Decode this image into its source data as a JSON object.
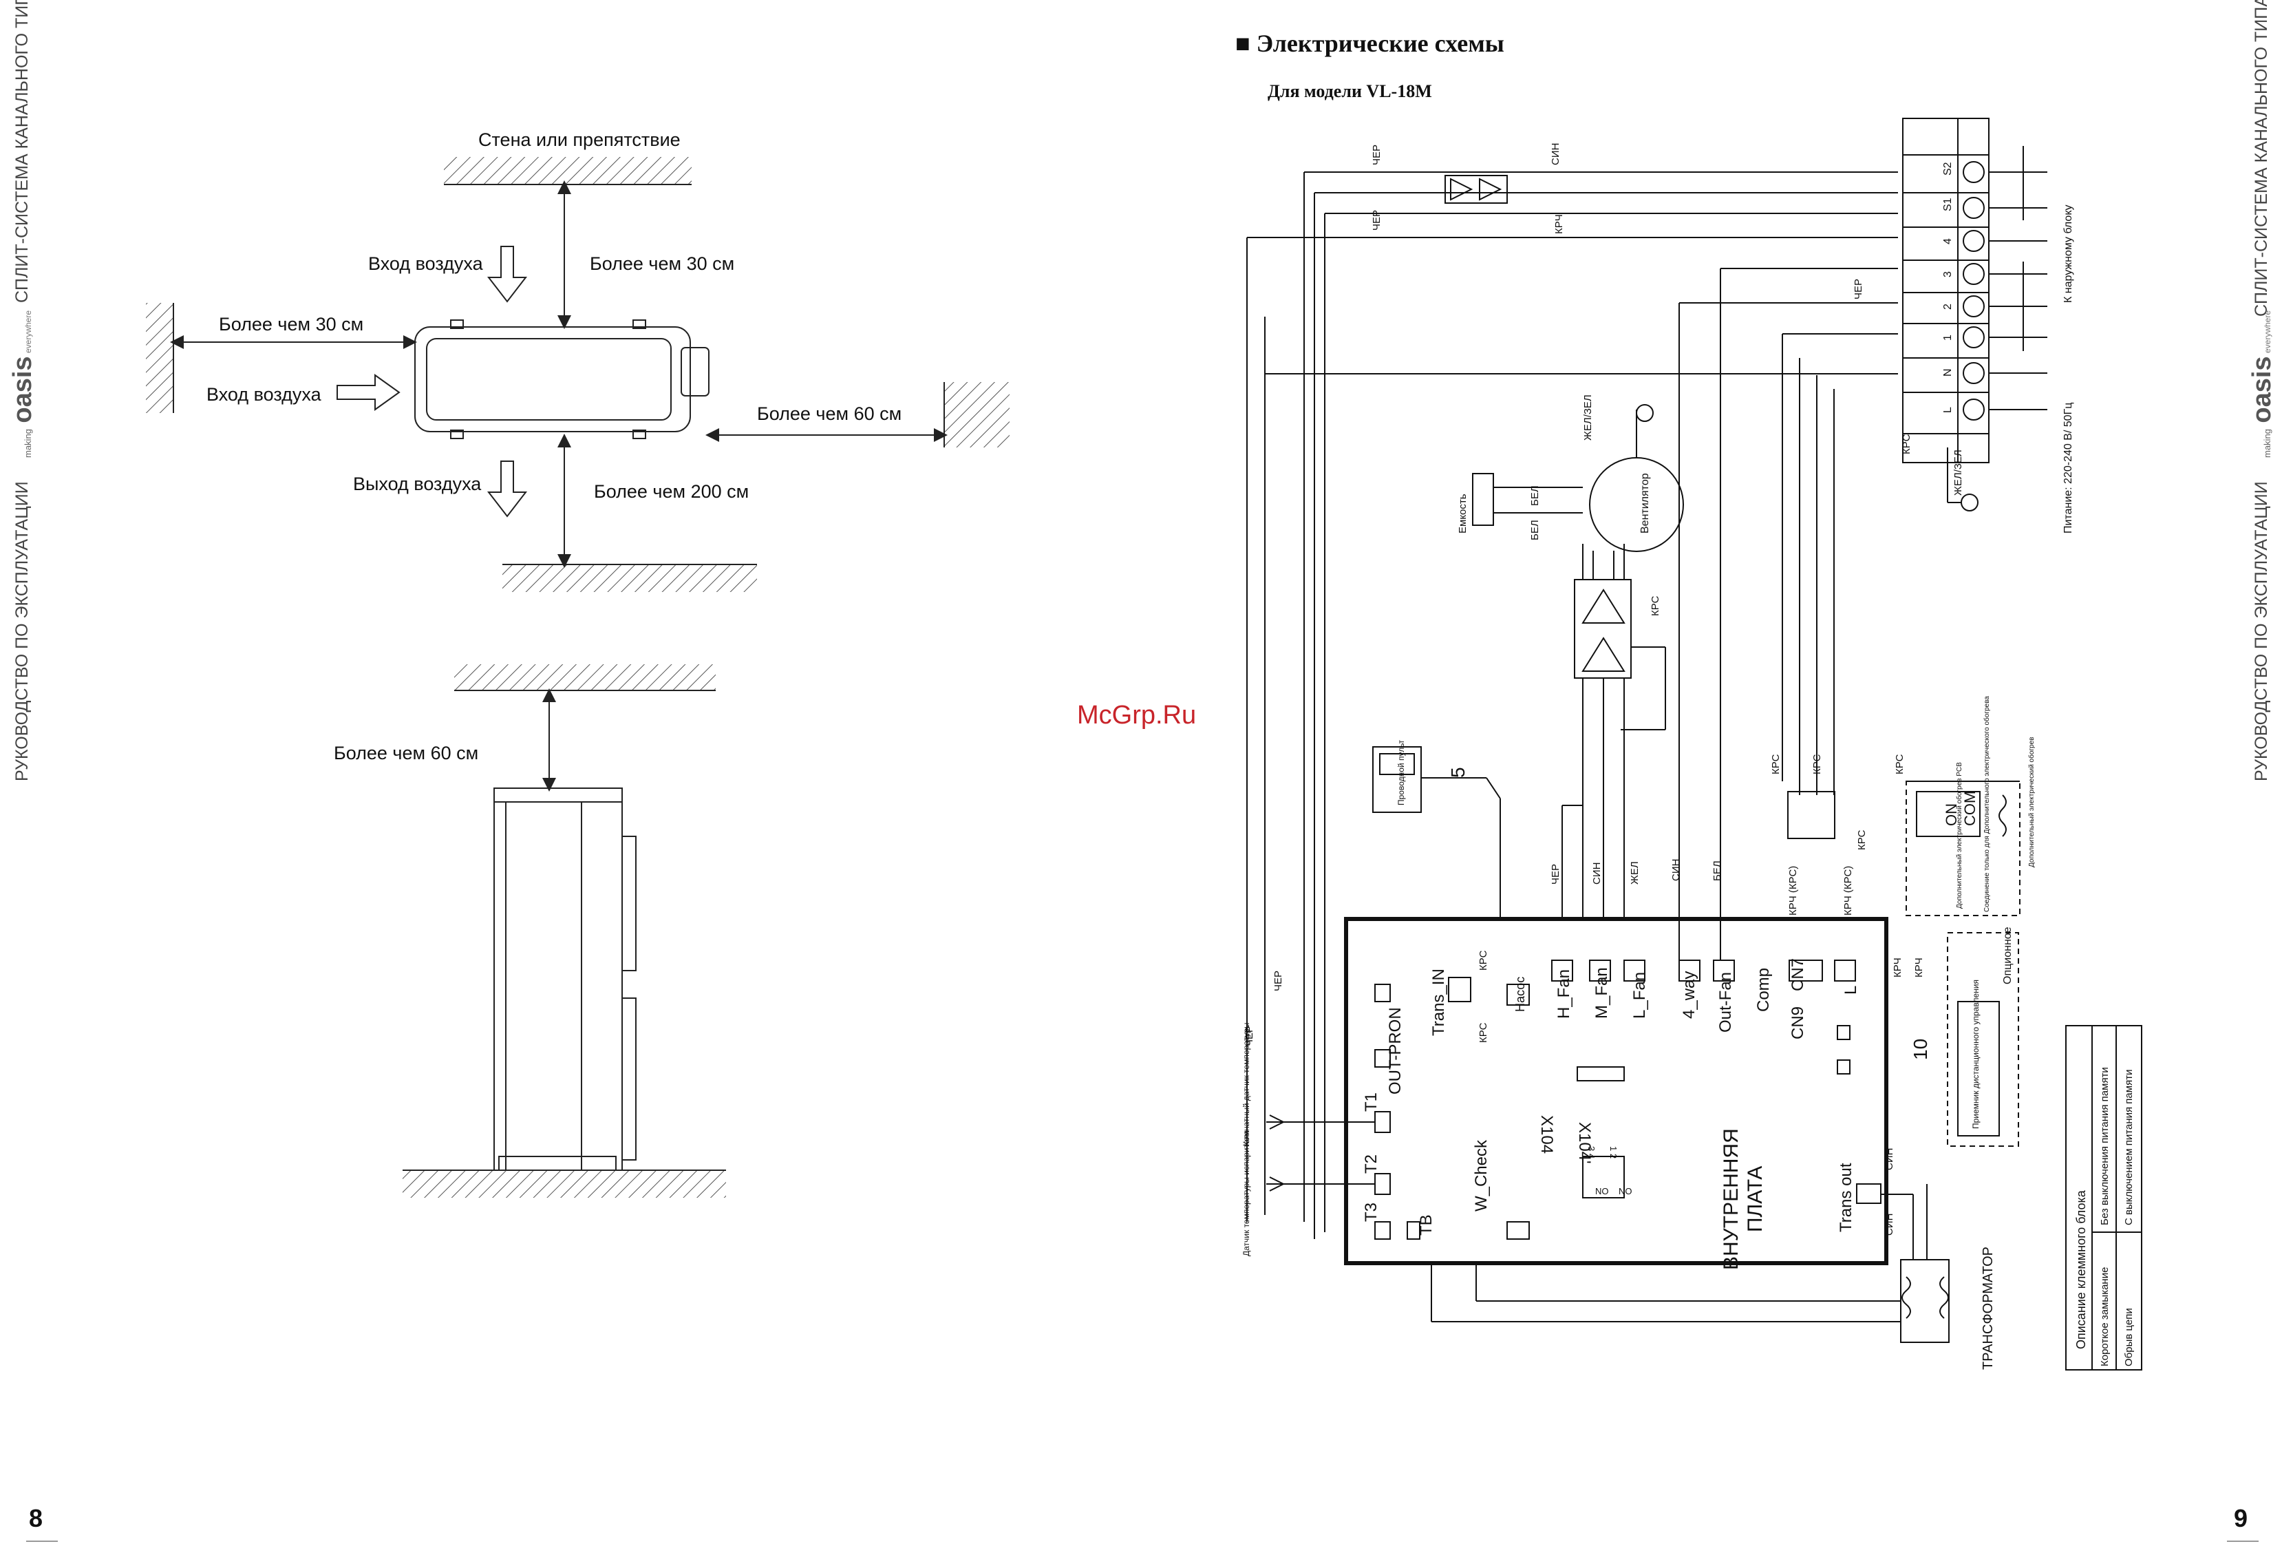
{
  "side_left": {
    "manual": "РУКОВОДСТВО ПО ЭКСПЛУАТАЦИИ",
    "series": "СПЛИТ-СИСТЕМА КАНАЛЬНОГО ТИПА",
    "brand_small": "making",
    "brand": "oasis",
    "brand_sub": "everywhere"
  },
  "side_right": {
    "manual": "РУКОВОДСТВО ПО ЭКСПЛУАТАЦИИ",
    "series": "СПЛИТ-СИСТЕМА КАНАЛЬНОГО ТИПА",
    "brand_small": "making",
    "brand": "oasis",
    "brand_sub": "everywhere"
  },
  "page_left": "8",
  "page_right": "9",
  "watermark": "McGrp.Ru",
  "install": {
    "wall": "Стена или препятствие",
    "air_in_top": "Вход воздуха",
    "more30_top": "Более чем 30 см",
    "more30_left": "Более чем 30 см",
    "air_in_left": "Вход воздуха",
    "more60_right": "Более чем 60 см",
    "air_out": "Выход воздуха",
    "more200": "Более чем 200 см",
    "more60_outdoor": "Более чем 60 см"
  },
  "scheme": {
    "heading": "Электрические схемы",
    "model": "Для модели VL-18M",
    "board": [
      "ВНУТРЕННЯЯ",
      "ПЛАТА"
    ],
    "fan": "Вентилятор",
    "capacitor": "Емкость",
    "wired_remote": "Проводной пульт",
    "transformer": "ТРАНСФОРМАТОР",
    "power": "Питание: 220-240 В/ 50Гц",
    "to_outdoor": "К наружному блоку",
    "room_sensor": "Комнатный датчик температуры",
    "evap_sensor": "Датчик температуры испарителя",
    "receiver": "Приемник дистанционного управления",
    "optional": "Опционное",
    "aux_heater": "Дополнительный электрический обогрев",
    "aux_heater_pcb": "Дополнительный электрический обогрев PCB",
    "aux_note": "Соединение только для Дополнительного электрического обогрева",
    "connectors": [
      "Trans_IN",
      "OUT-PRON",
      "T1",
      "T2",
      "T3",
      "TB",
      "Насос",
      "H_Fan",
      "M_Fan",
      "L_Fan",
      "4_way",
      "Out-Fan",
      "Comp",
      "CN9",
      "CN7",
      "L",
      "X104",
      "X104'",
      "W_Check",
      "Trans out"
    ],
    "terminals": [
      "S2",
      "S1",
      "4",
      "3",
      "2",
      "1",
      "N",
      "L"
    ],
    "wires": {
      "black": "ЧЕР",
      "blue": "СИН",
      "brown": "КРЧ",
      "red": "КРС",
      "yellow": "ЖЕЛ",
      "white": "БЕЛ",
      "yellow_green": "ЖЕЛ/ЗЕЛ",
      "brown_red": "КРЧ (КРС)"
    },
    "switches": [
      "NO",
      "NO"
    ],
    "dip_top": "3 4",
    "dip_top2": "1 2",
    "on": "ON",
    "com": "COM",
    "num5": "5",
    "num10": "10",
    "legend": {
      "title": "Описание клеммного блока",
      "rows": [
        [
          "Короткое замыкание",
          "Без выключения питания памяти"
        ],
        [
          "Обрыв цепи",
          "С выключением питания памяти"
        ]
      ]
    }
  }
}
